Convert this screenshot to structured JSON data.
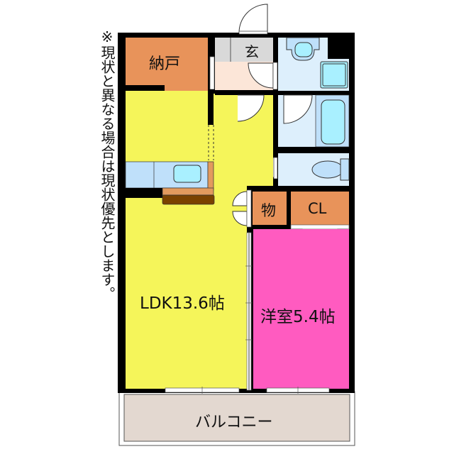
{
  "note": "※現状と異なる場合は現状優先とします。",
  "rooms": {
    "storage_nando": {
      "label": "納戸",
      "color": "#E8935A"
    },
    "entrance": {
      "label": "玄",
      "color": "#D9D9D9"
    },
    "hall": {
      "color": "#FCE6D8"
    },
    "ldk": {
      "label": "LDK13.6帖",
      "color": "#F5F55A"
    },
    "western_room": {
      "label": "洋室5.4帖",
      "color": "#FF5BC0"
    },
    "storage_mono": {
      "label": "物",
      "color": "#E8935A"
    },
    "closet": {
      "label": "CL",
      "color": "#E8935A"
    },
    "washroom": {
      "color": "#DDEFFC"
    },
    "bathroom": {
      "color": "#DDEFFC"
    },
    "toilet": {
      "color": "#DDEFFC"
    },
    "balcony": {
      "label": "バルコニー",
      "color": "#E3D8D0"
    }
  },
  "colors": {
    "wall": "#000000",
    "fixture_blue": "#BFE0FA",
    "fixture_cyan": "#A9F0FF",
    "counter_brown": "#7A4200",
    "counter_tan": "#E29A5E"
  }
}
